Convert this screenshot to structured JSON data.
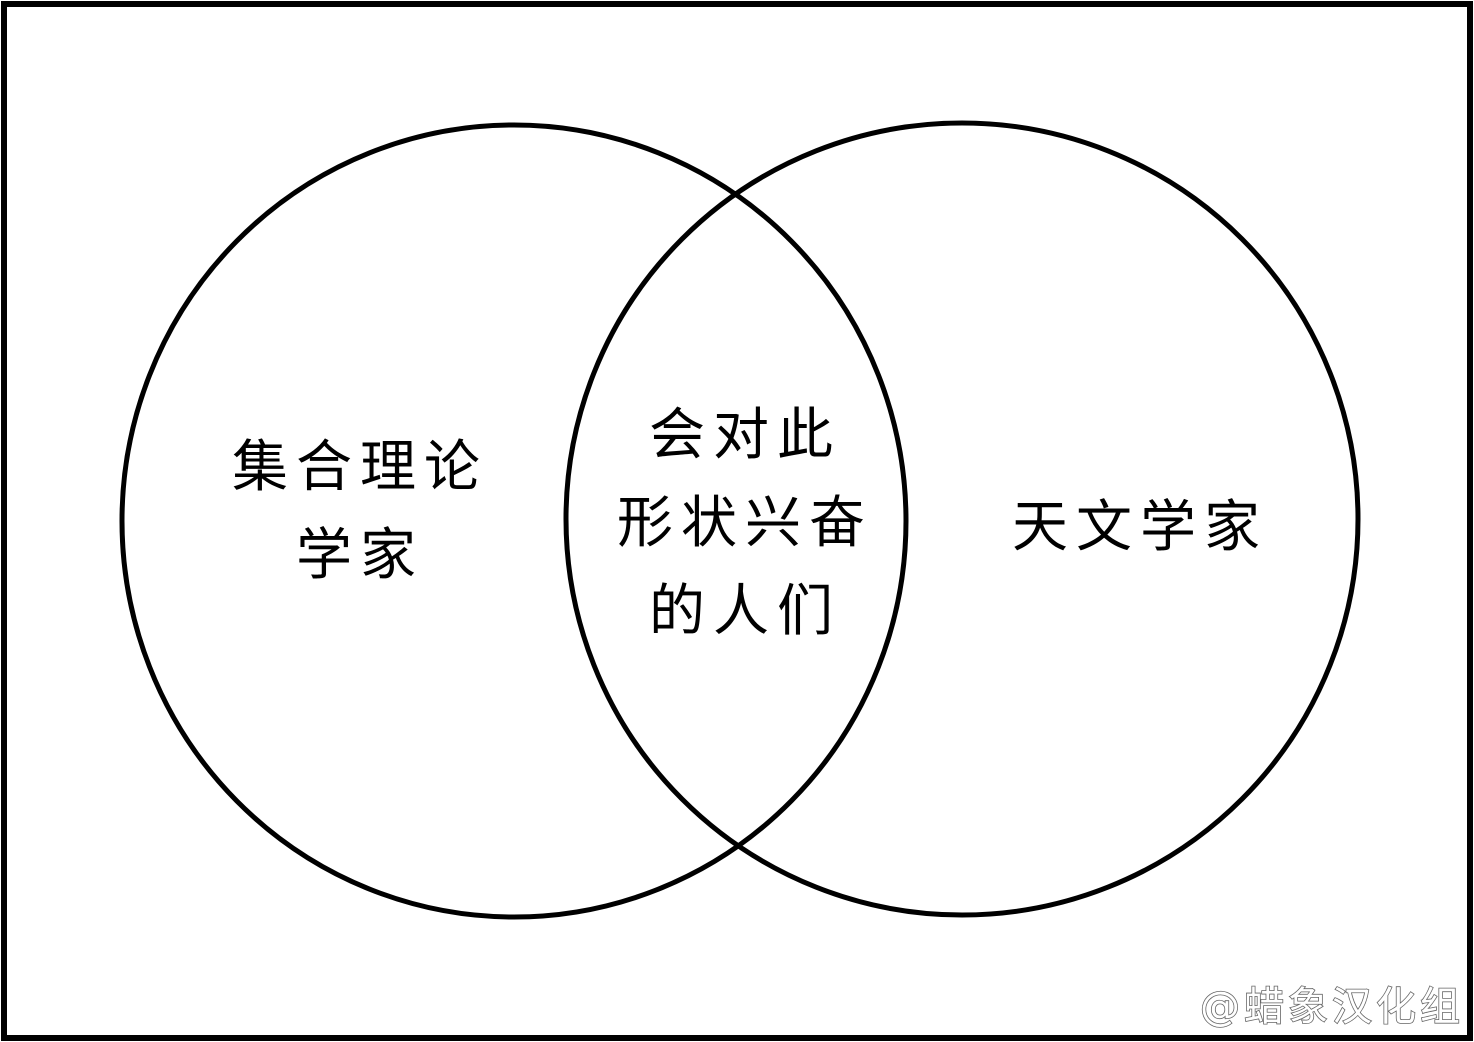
{
  "venn": {
    "left_set": {
      "label_lines": [
        "集合理论",
        "学家"
      ]
    },
    "intersection": {
      "label_lines": [
        "会对此",
        "形状兴奋",
        "的人们"
      ]
    },
    "right_set": {
      "label_lines": [
        "天文学家"
      ]
    }
  },
  "watermark": "@蜡象汉化组",
  "colors": {
    "stroke": "#000000",
    "background": "#ffffff",
    "watermark_outline": "#666666"
  }
}
